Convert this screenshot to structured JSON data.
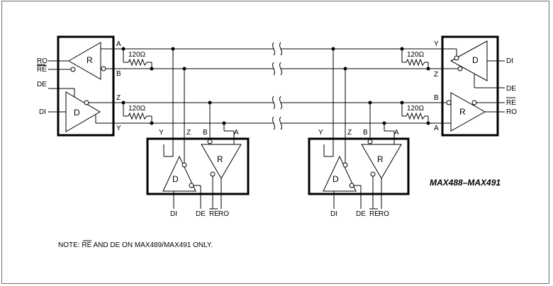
{
  "title": "MAX488–MAX491",
  "note": {
    "prefix": "NOTE: ",
    "re": "RE",
    "suffix": " AND DE ON MAX489/MAX491 ONLY."
  },
  "labels": {
    "R": "R",
    "D": "D",
    "RO": "RO",
    "RE": "RE",
    "DE": "DE",
    "DI": "DI",
    "A": "A",
    "B": "B",
    "Y": "Y",
    "Z": "Z",
    "ohm": "120Ω"
  }
}
